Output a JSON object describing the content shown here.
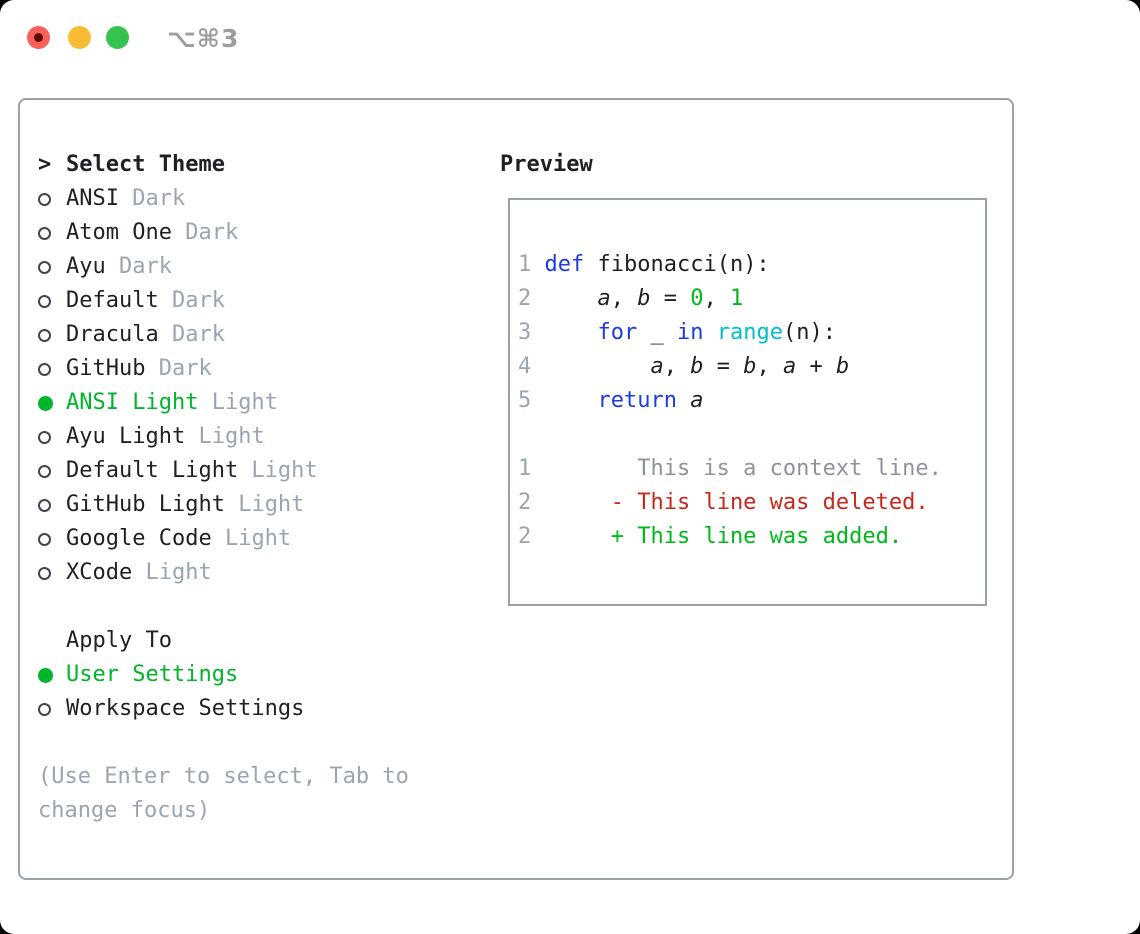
{
  "titlebar": {
    "title": "⌥⌘3",
    "buttons": [
      {
        "name": "close",
        "color": "#f8605a",
        "dot": "#5c0b04"
      },
      {
        "name": "minimize",
        "color": "#f9bd35"
      },
      {
        "name": "zoom",
        "color": "#35c24e"
      }
    ]
  },
  "colors": {
    "text": "#1d2126",
    "muted": "#9aa4b2",
    "line_number": "#9aa4b2",
    "context": "#8d939d",
    "keyword": "#1d3be0",
    "function": "#00bfca",
    "literal": "#00b919",
    "added": "#00b919",
    "deleted": "#c9271a",
    "selection": "#00b42c",
    "border": "#99a2ac"
  },
  "left": {
    "prompt_char": ">",
    "title": "Select Theme",
    "themes": [
      {
        "name": "ANSI",
        "variant": "Dark",
        "selected": false
      },
      {
        "name": "Atom One",
        "variant": "Dark",
        "selected": false
      },
      {
        "name": "Ayu",
        "variant": "Dark",
        "selected": false
      },
      {
        "name": "Default",
        "variant": "Dark",
        "selected": false
      },
      {
        "name": "Dracula",
        "variant": "Dark",
        "selected": false
      },
      {
        "name": "GitHub",
        "variant": "Dark",
        "selected": false
      },
      {
        "name": "ANSI Light",
        "variant": "Light",
        "selected": true
      },
      {
        "name": "Ayu Light",
        "variant": "Light",
        "selected": false
      },
      {
        "name": "Default Light",
        "variant": "Light",
        "selected": false
      },
      {
        "name": "GitHub Light",
        "variant": "Light",
        "selected": false
      },
      {
        "name": "Google Code",
        "variant": "Light",
        "selected": false
      },
      {
        "name": "XCode",
        "variant": "Light",
        "selected": false
      }
    ],
    "apply_title": "Apply To",
    "apply_options": [
      {
        "label": "User Settings",
        "selected": true
      },
      {
        "label": "Workspace Settings",
        "selected": false
      }
    ],
    "hint_line1": "(Use Enter to select, Tab to",
    "hint_line2": "change focus)"
  },
  "preview": {
    "title": "Preview",
    "code_lines": [
      [
        {
          "t": "1 ",
          "s": "n"
        },
        {
          "t": "def",
          "s": "k"
        },
        {
          "t": " fibonacci(n):",
          "s": "p"
        }
      ],
      [
        {
          "t": "2 ",
          "s": "n"
        },
        {
          "t": "    ",
          "s": "p"
        },
        {
          "t": "a",
          "s": "v"
        },
        {
          "t": ", ",
          "s": "p"
        },
        {
          "t": "b",
          "s": "v"
        },
        {
          "t": " = ",
          "s": "p"
        },
        {
          "t": "0",
          "s": "l"
        },
        {
          "t": ", ",
          "s": "p"
        },
        {
          "t": "1",
          "s": "l"
        }
      ],
      [
        {
          "t": "3 ",
          "s": "n"
        },
        {
          "t": "    ",
          "s": "p"
        },
        {
          "t": "for",
          "s": "k"
        },
        {
          "t": " _ ",
          "s": "p"
        },
        {
          "t": "in",
          "s": "k"
        },
        {
          "t": " ",
          "s": "p"
        },
        {
          "t": "range",
          "s": "f"
        },
        {
          "t": "(n):",
          "s": "p"
        }
      ],
      [
        {
          "t": "4 ",
          "s": "n"
        },
        {
          "t": "        ",
          "s": "p"
        },
        {
          "t": "a",
          "s": "v"
        },
        {
          "t": ", ",
          "s": "p"
        },
        {
          "t": "b",
          "s": "v"
        },
        {
          "t": " = ",
          "s": "p"
        },
        {
          "t": "b",
          "s": "v"
        },
        {
          "t": ", ",
          "s": "p"
        },
        {
          "t": "a",
          "s": "v"
        },
        {
          "t": " + ",
          "s": "p"
        },
        {
          "t": "b",
          "s": "v"
        }
      ],
      [
        {
          "t": "5 ",
          "s": "n"
        },
        {
          "t": "    ",
          "s": "p"
        },
        {
          "t": "return",
          "s": "k"
        },
        {
          "t": " ",
          "s": "p"
        },
        {
          "t": "a",
          "s": "v"
        }
      ],
      [],
      [
        {
          "t": "1",
          "s": "n"
        },
        {
          "t": "        This is a context line.",
          "s": "c"
        }
      ],
      [
        {
          "t": "2",
          "s": "n"
        },
        {
          "t": "      ",
          "s": "p"
        },
        {
          "t": "- This line was deleted.",
          "s": "d"
        }
      ],
      [
        {
          "t": "2",
          "s": "n"
        },
        {
          "t": "      ",
          "s": "p"
        },
        {
          "t": "+ This line was added.",
          "s": "a"
        }
      ]
    ]
  }
}
